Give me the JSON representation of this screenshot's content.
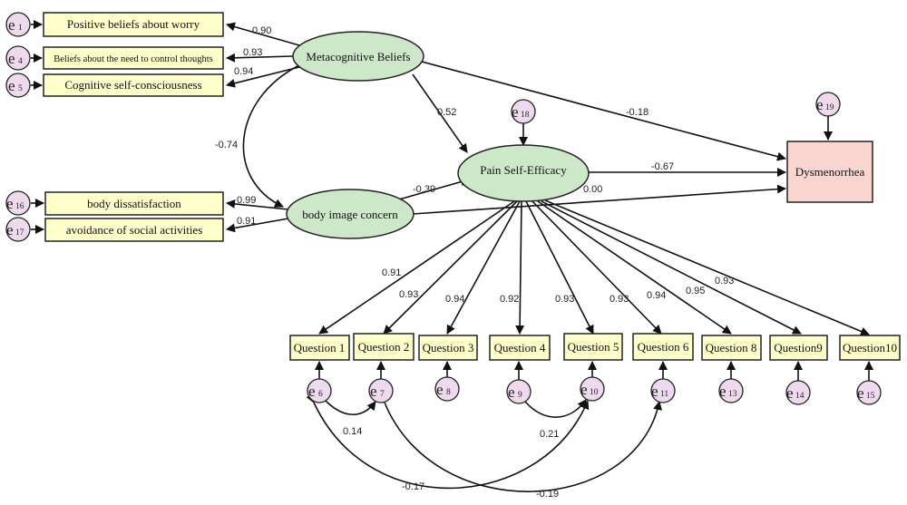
{
  "latents": {
    "metacognitive": "Metacognitive Beliefs",
    "body_image": "body image concern",
    "pain_self_efficacy": "Pain Self-Efficacy"
  },
  "outcome": "Dysmenorrhea",
  "indicators": {
    "positive_beliefs": "Positive beliefs about worry",
    "need_control": "Beliefs about the need to control thoughts",
    "cognitive_self": "Cognitive self-consciousness",
    "body_dissatisfaction": "body dissatisfaction",
    "avoidance": "avoidance of social activities"
  },
  "questions": [
    "Question 1",
    "Question 2",
    "Question 3",
    "Question 4",
    "Question 5",
    "Question 6",
    "Question 8",
    "Question9",
    "Question10"
  ],
  "errors": {
    "e1": "1",
    "e4": "4",
    "e5": "5",
    "e16": "16",
    "e17": "17",
    "e18": "18",
    "e19": "19",
    "e6": "6",
    "e7": "7",
    "e8": "8",
    "e9": "9",
    "e10": "10",
    "e11": "11",
    "e13": "13",
    "e14": "14",
    "e15": "15"
  },
  "coefficients": {
    "meta_positive": "0.90",
    "meta_control": "0.93",
    "meta_cognitive": "0.94",
    "meta_pain": "0.52",
    "meta_dys": "-0.18",
    "meta_body_cov": "-0.74",
    "body_pain": "-0.39",
    "pain_dys": "-0.67",
    "body_dys": "0.00",
    "body_dissat": "0.99",
    "body_avoid": "0.91",
    "q1": "0.91",
    "q2": "0.93",
    "q3": "0.94",
    "q4": "0.92",
    "q5": "0.93",
    "q6": "0.93",
    "q8": "0.94",
    "q9": "0.95",
    "q10": "0.93",
    "cov_e6_e7": "0.14",
    "cov_e9_e10": "0.21",
    "cov_e6_e10": "-0.17",
    "cov_e7_e11": "-0.19"
  }
}
